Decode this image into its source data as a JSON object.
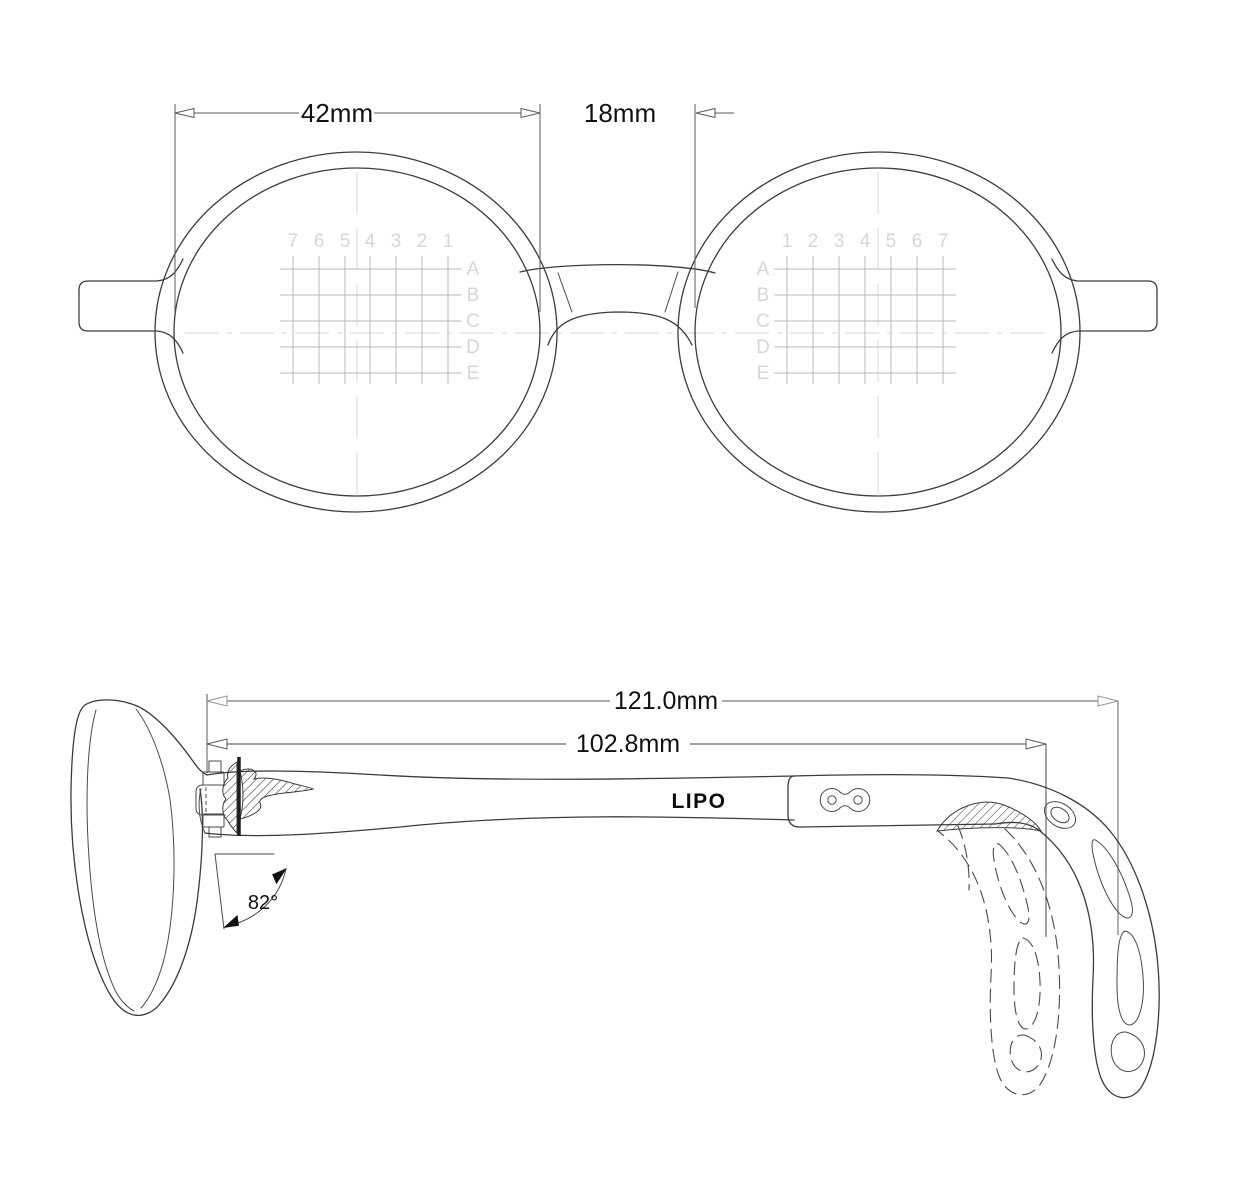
{
  "front_view": {
    "lens_width_label": "42mm",
    "bridge_label": "18mm",
    "left_lens_grid": {
      "columns": [
        "7",
        "6",
        "5",
        "4",
        "3",
        "2",
        "1"
      ],
      "rows": [
        "A",
        "B",
        "C",
        "D",
        "E"
      ]
    },
    "right_lens_grid": {
      "columns": [
        "1",
        "2",
        "3",
        "4",
        "5",
        "6",
        "7"
      ],
      "rows": [
        "A",
        "B",
        "C",
        "D",
        "E"
      ]
    }
  },
  "side_view": {
    "temple_length_total_label": "121.0mm",
    "temple_length_straight_label": "102.8mm",
    "pantoscopic_angle_label": "82°",
    "brand_label": "LIPO"
  },
  "colors": {
    "line": "#3c3c3c",
    "dim_primary_gray": "#9e9e9e",
    "dim_secondary": "#6a6a6a",
    "grid_line": "#b9b9b9",
    "grid_label": "#d6d6d6",
    "centerline": "#dcdcdc",
    "text": "#111111",
    "background": "#ffffff"
  }
}
